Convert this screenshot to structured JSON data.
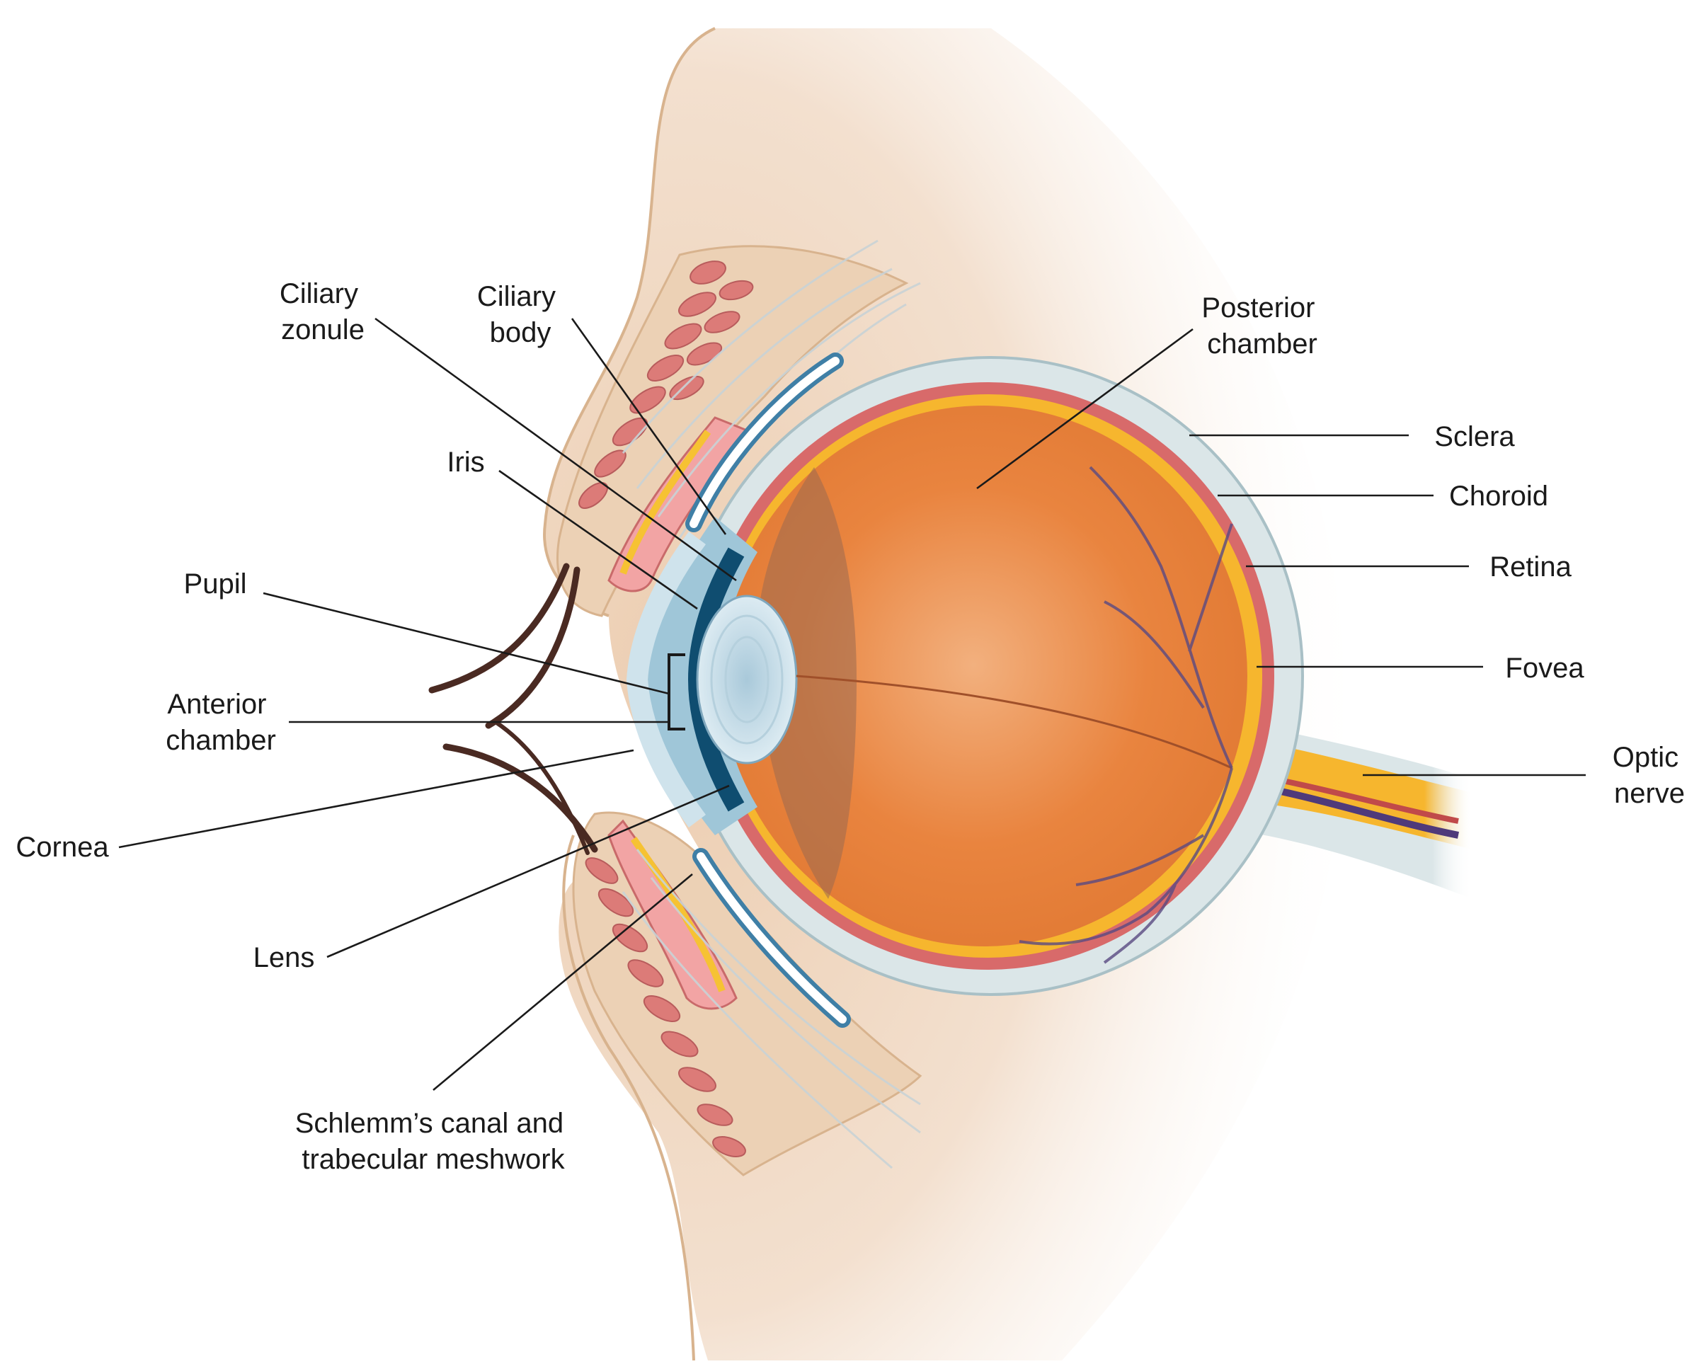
{
  "labels": {
    "ciliary_zonule": [
      "Ciliary",
      "zonule"
    ],
    "ciliary_body": [
      "Ciliary",
      "body"
    ],
    "iris": [
      "Iris"
    ],
    "pupil": [
      "Pupil"
    ],
    "anterior_chamber": [
      "Anterior",
      "chamber"
    ],
    "cornea": [
      "Cornea"
    ],
    "lens": [
      "Lens"
    ],
    "schlemms_canal": [
      "Schlemm’s canal and",
      "trabecular meshwork"
    ],
    "posterior_chamber": [
      "Posterior",
      "chamber"
    ],
    "sclera": [
      "Sclera"
    ],
    "choroid": [
      "Choroid"
    ],
    "retina": [
      "Retina"
    ],
    "fovea": [
      "Fovea"
    ],
    "optic_nerve": [
      "Optic",
      "nerve"
    ]
  },
  "colors": {
    "skin": "#ecd1b5",
    "sclera": "#dbe6e8",
    "choroid": "#d86a6a",
    "retina": "#f6b62e",
    "vitreous": "#e9803d",
    "lens": "#cfe2ec",
    "iris": "#0f4d70",
    "cornea": "#b6d6e2",
    "muscle": "#e9878a",
    "eyelash": "#4a2a22"
  }
}
